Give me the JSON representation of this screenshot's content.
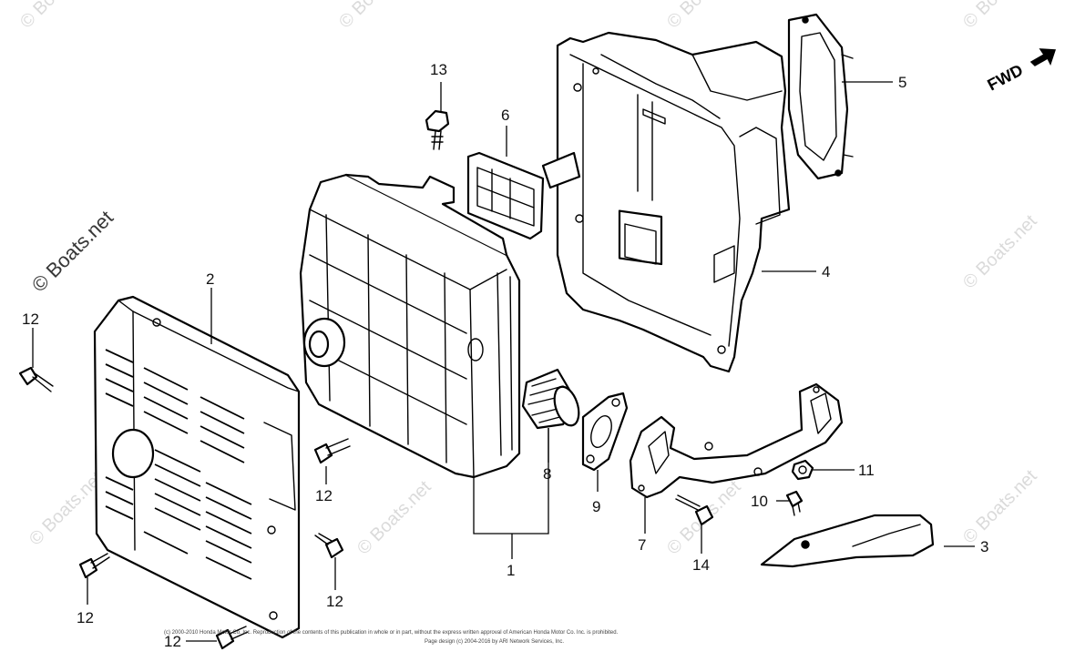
{
  "diagram": {
    "watermark": "© Boats.net",
    "direction_label": "FWD",
    "callouts": {
      "c1": "1",
      "c2": "2",
      "c3": "3",
      "c4": "4",
      "c5": "5",
      "c6": "6",
      "c7": "7",
      "c8": "8",
      "c9": "9",
      "c10": "10",
      "c11": "11",
      "c12": "12",
      "c13": "13",
      "c14": "14"
    },
    "copyright_line_1": "(c) 2000-2010 Honda Motor Co. Inc. Reproduction of the contents of this publication in whole or in part, without the express written approval of American Honda Motor Co. Inc. is prohibited.",
    "copyright_line_2": "Page design (c) 2004-2016 by ARI Network Services, Inc."
  }
}
